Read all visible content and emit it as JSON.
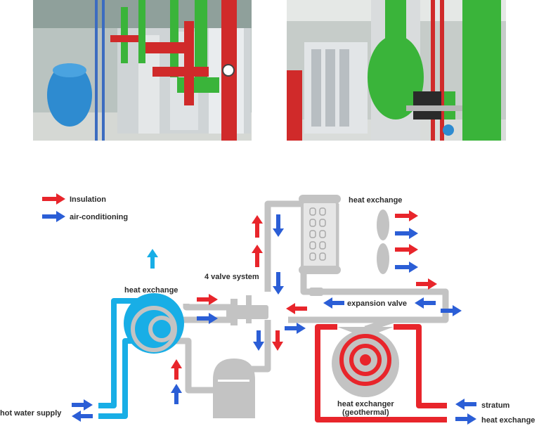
{
  "photos": [
    {
      "name": "mechanical-room-photo-left"
    },
    {
      "name": "mechanical-room-photo-right"
    }
  ],
  "colors": {
    "insulation": "#e8252b",
    "air_conditioning": "#2b5ed6",
    "pipe_gray": "#c3c3c3",
    "hot_water_cyan": "#18aee6",
    "geothermal_red": "#e8252b",
    "pipe_green": "#3ab43a"
  },
  "legend": {
    "insulation": "Insulation",
    "air_conditioning": "air-conditioning"
  },
  "labels": {
    "heat_exchange_top": "heat exchange",
    "heat_exchange_left": "heat exchange",
    "four_valve": "4 valve system",
    "expansion_valve": "expansion valve",
    "geo_line1": "heat exchanger",
    "geo_line2": "(geothermal)",
    "stratum": "stratum",
    "heat_exchange_bottom": "heat exchange",
    "hot_water_supply": "hot water supply"
  },
  "icons": {
    "insulation_arrow": "right-arrow-icon",
    "air_conditioning_arrow": "right-arrow-icon",
    "fan_blade": "fan-blade-icon",
    "compressor": "compressor-icon"
  }
}
